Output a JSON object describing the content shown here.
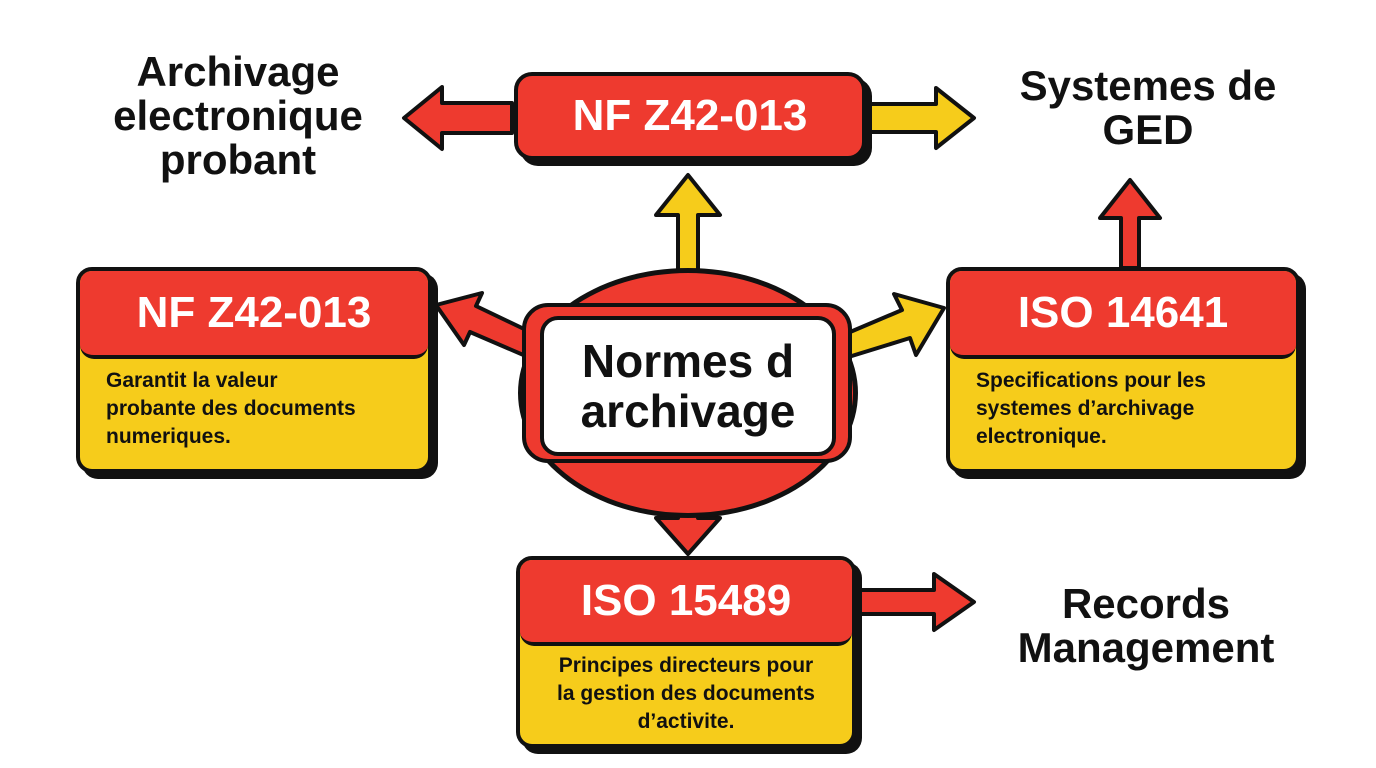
{
  "center": {
    "title": "Normes d\narchivage"
  },
  "top_node": {
    "label": "NF Z42-013"
  },
  "left_card": {
    "title": "NF Z42-013",
    "description": "Garantit la valeur\nprobante des documents\nnumeriques."
  },
  "right_card": {
    "title": "ISO 14641",
    "description": "Specifications pour les\nsystemes d’archivage\nelectronique."
  },
  "bottom_card": {
    "title": "ISO 15489",
    "description": "Principes directeurs pour\nla gestion des documents\nd’activite."
  },
  "labels": {
    "archivage": "Archivage\nelectronique\nprobant",
    "ged": "Systemes de\nGED",
    "records": "Records\nManagement"
  },
  "colors": {
    "red": "#ee3a2f",
    "yellow": "#f6cc1b",
    "outline": "#111111",
    "text_on_red": "#ffffff"
  }
}
